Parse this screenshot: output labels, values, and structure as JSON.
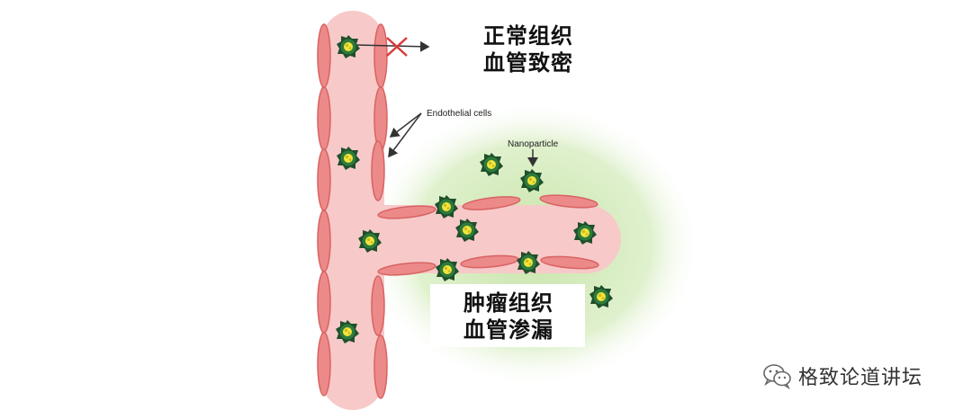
{
  "labels": {
    "endothelial_cells": "Endothelial cells",
    "nanoparticle": "Nanoparticle"
  },
  "normal_tissue": {
    "line1": "正常组织",
    "line2": "血管致密"
  },
  "tumor_tissue": {
    "line1": "肿瘤组织",
    "line2": "血管渗漏"
  },
  "watermark": {
    "text": "格致论道讲坛",
    "icon": "wechat-icon"
  },
  "colors": {
    "vessel_fill": "#f7c9c9",
    "endothelial_cell": "#ec8a8a",
    "endothelial_border": "#d96262",
    "tumor_glow": "#cfe8b5",
    "nanoparticle_shell": "#1f4f2b",
    "nanoparticle_core": "#f2e43a",
    "blocked_mark": "#d93b3b"
  }
}
